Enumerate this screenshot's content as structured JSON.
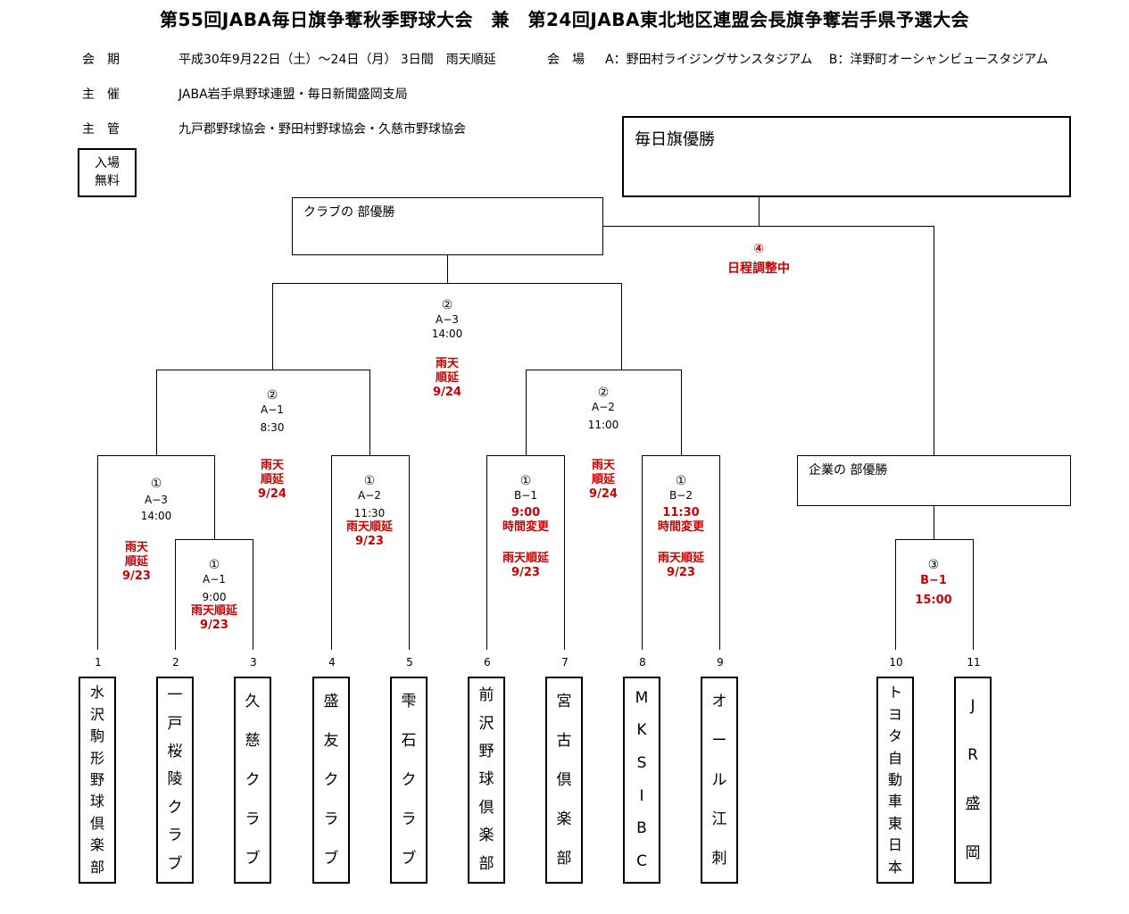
{
  "title": "第55回JABA毎日旗争奪秋季野球大会　兼　第24回JABA東北地区連盟会長旗争奪岩手県予選大会",
  "info": {
    "period_label": "会　期",
    "period_value": "平成30年9月22日（土）〜24日（月） 3日間　雨天順延",
    "venue_label": "会　場",
    "venue_value": "A：野田村ライジングサンスタジアム　 B：洋野町オーシャンビュースタジアム",
    "host_label": "主　催",
    "host_value": "JABA岩手県野球連盟・毎日新聞盛岡支局",
    "manager_label": "主　管",
    "manager_value": "九戸郡野球協会・野田村野球協会・久慈市野球協会",
    "admission_line1": "入場",
    "admission_line2": "無料"
  },
  "boxes": {
    "mainichi_winner": "毎日旗優勝",
    "club_winner": "クラブの 部優勝",
    "company_winner": "企業の 部優勝"
  },
  "games": {
    "final": {
      "round": "④",
      "note": "日程調整中"
    },
    "club_final": {
      "round": "②",
      "venue": "A−3",
      "time": "14:00",
      "rain1": "雨天",
      "rain2": "順延",
      "date": "9/24"
    },
    "semi_left": {
      "round": "②",
      "venue": "A−1",
      "time": "8:30",
      "rain1": "雨天",
      "rain2": "順延",
      "date": "9/24"
    },
    "semi_right": {
      "round": "②",
      "venue": "A−2",
      "time": "11:00",
      "rain1": "雨天",
      "rain2": "順延",
      "date": "9/24"
    },
    "g1_a3": {
      "round": "①",
      "venue": "A−3",
      "time": "14:00",
      "rain1": "雨天",
      "rain2": "順延",
      "date": "9/23"
    },
    "g1_a1": {
      "round": "①",
      "venue": "A−1",
      "time": "9:00",
      "rain": "雨天順延",
      "date": "9/23"
    },
    "g1_a2": {
      "round": "①",
      "venue": "A−2",
      "time": "11:30",
      "rain": "雨天順延",
      "date": "9/23"
    },
    "g1_b1": {
      "round": "①",
      "venue": "B−1",
      "time": "9:00",
      "change": "時間変更",
      "rain": "雨天順延",
      "date": "9/23"
    },
    "g1_b2": {
      "round": "①",
      "venue": "B−2",
      "time": "11:30",
      "change": "時間変更",
      "rain": "雨天順延",
      "date": "9/23"
    },
    "g3_b1": {
      "round": "③",
      "venue": "B−1",
      "time": "15:00"
    }
  },
  "teams": [
    {
      "num": "1",
      "name": "水沢駒形野球倶楽部"
    },
    {
      "num": "2",
      "name": "一戸桜陵クラブ"
    },
    {
      "num": "3",
      "name": "久慈クラブ"
    },
    {
      "num": "4",
      "name": "盛友クラブ"
    },
    {
      "num": "5",
      "name": "雫石クラブ"
    },
    {
      "num": "6",
      "name": "前沢野球倶楽部"
    },
    {
      "num": "7",
      "name": "宮古倶楽部"
    },
    {
      "num": "8",
      "name": "MKSIBC"
    },
    {
      "num": "9",
      "name": "オール江刺"
    },
    {
      "num": "10",
      "name": "トヨタ自動車東日本"
    },
    {
      "num": "11",
      "name": "JR盛岡"
    }
  ]
}
